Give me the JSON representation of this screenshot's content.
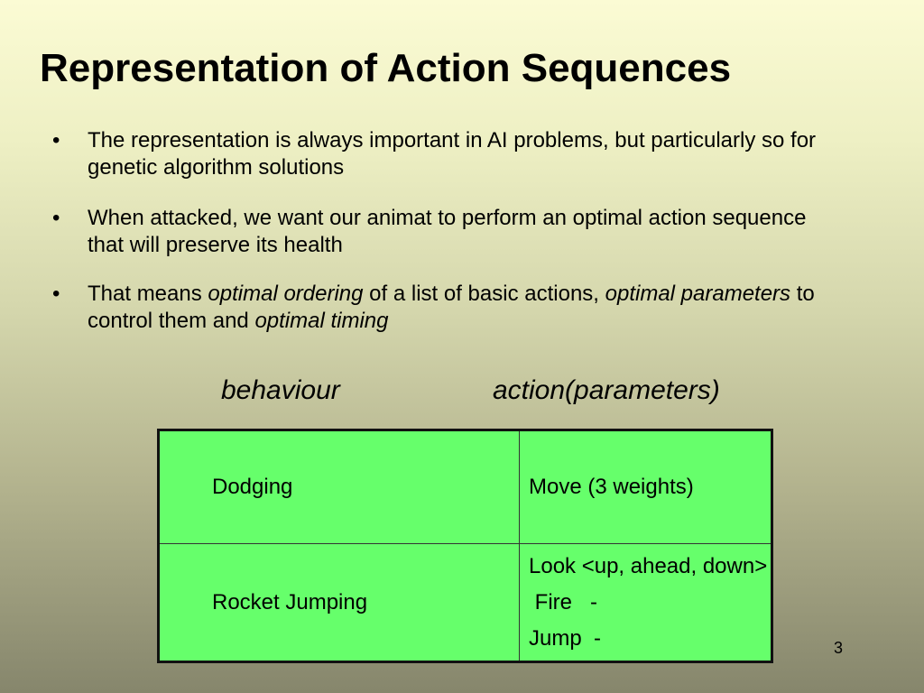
{
  "title": "Representation of Action Sequences",
  "bullets": [
    {
      "segments": [
        "The representation is always important in AI problems, but particularly so for genetic algorithm solutions"
      ]
    },
    {
      "segments": [
        "When attacked, we want our animat to perform an optimal action sequence that will preserve its health"
      ]
    },
    {
      "segments": [
        "That means ",
        "optimal ordering",
        " of a list of basic actions, ",
        "optimal parameters",
        " to control them and ",
        "optimal timing"
      ]
    }
  ],
  "bullet_symbol": "•",
  "table": {
    "headers": [
      "behaviour",
      "action(parameters)"
    ],
    "rows": [
      {
        "behaviour": "Dodging",
        "action_lines": [
          "Move (3 weights)"
        ]
      },
      {
        "behaviour": "Rocket Jumping",
        "action_lines": [
          "Look <up, ahead, down>",
          " Fire   -",
          "Jump  -"
        ]
      }
    ],
    "cell_color": "#66ff6b"
  },
  "page_number": "3"
}
